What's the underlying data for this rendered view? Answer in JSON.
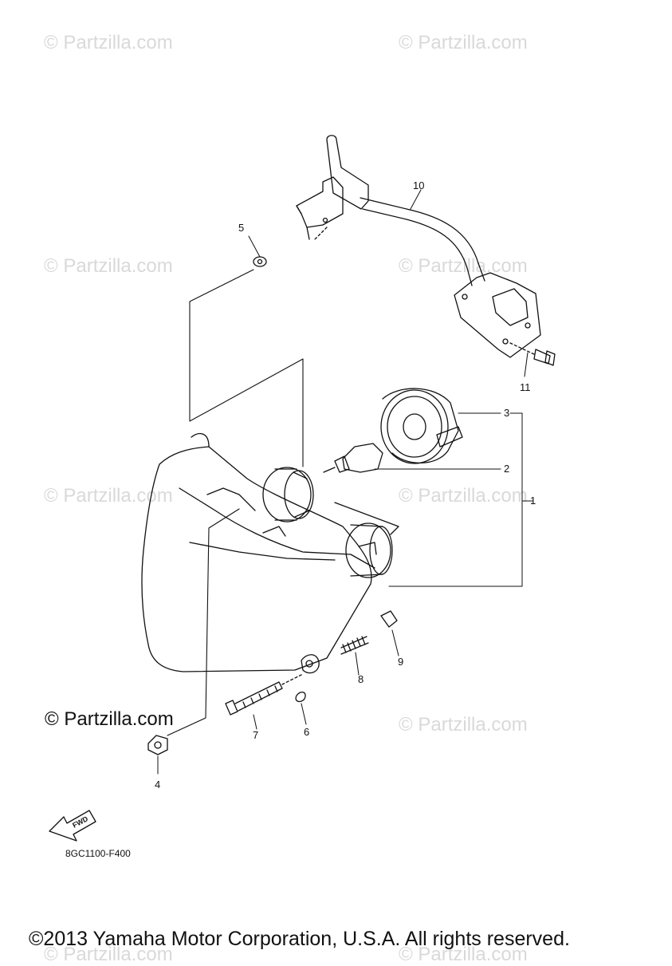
{
  "watermark": "© Partzilla.com",
  "brand_mark": "© Partzilla.com",
  "callouts": [
    "1",
    "2",
    "3",
    "4",
    "5",
    "6",
    "7",
    "8",
    "9",
    "10",
    "11"
  ],
  "fwd_label": "FWD",
  "drawing_code": "8GC1100-F400",
  "copyright": "©2013 Yamaha Motor Corporation, U.S.A. All rights reserved."
}
